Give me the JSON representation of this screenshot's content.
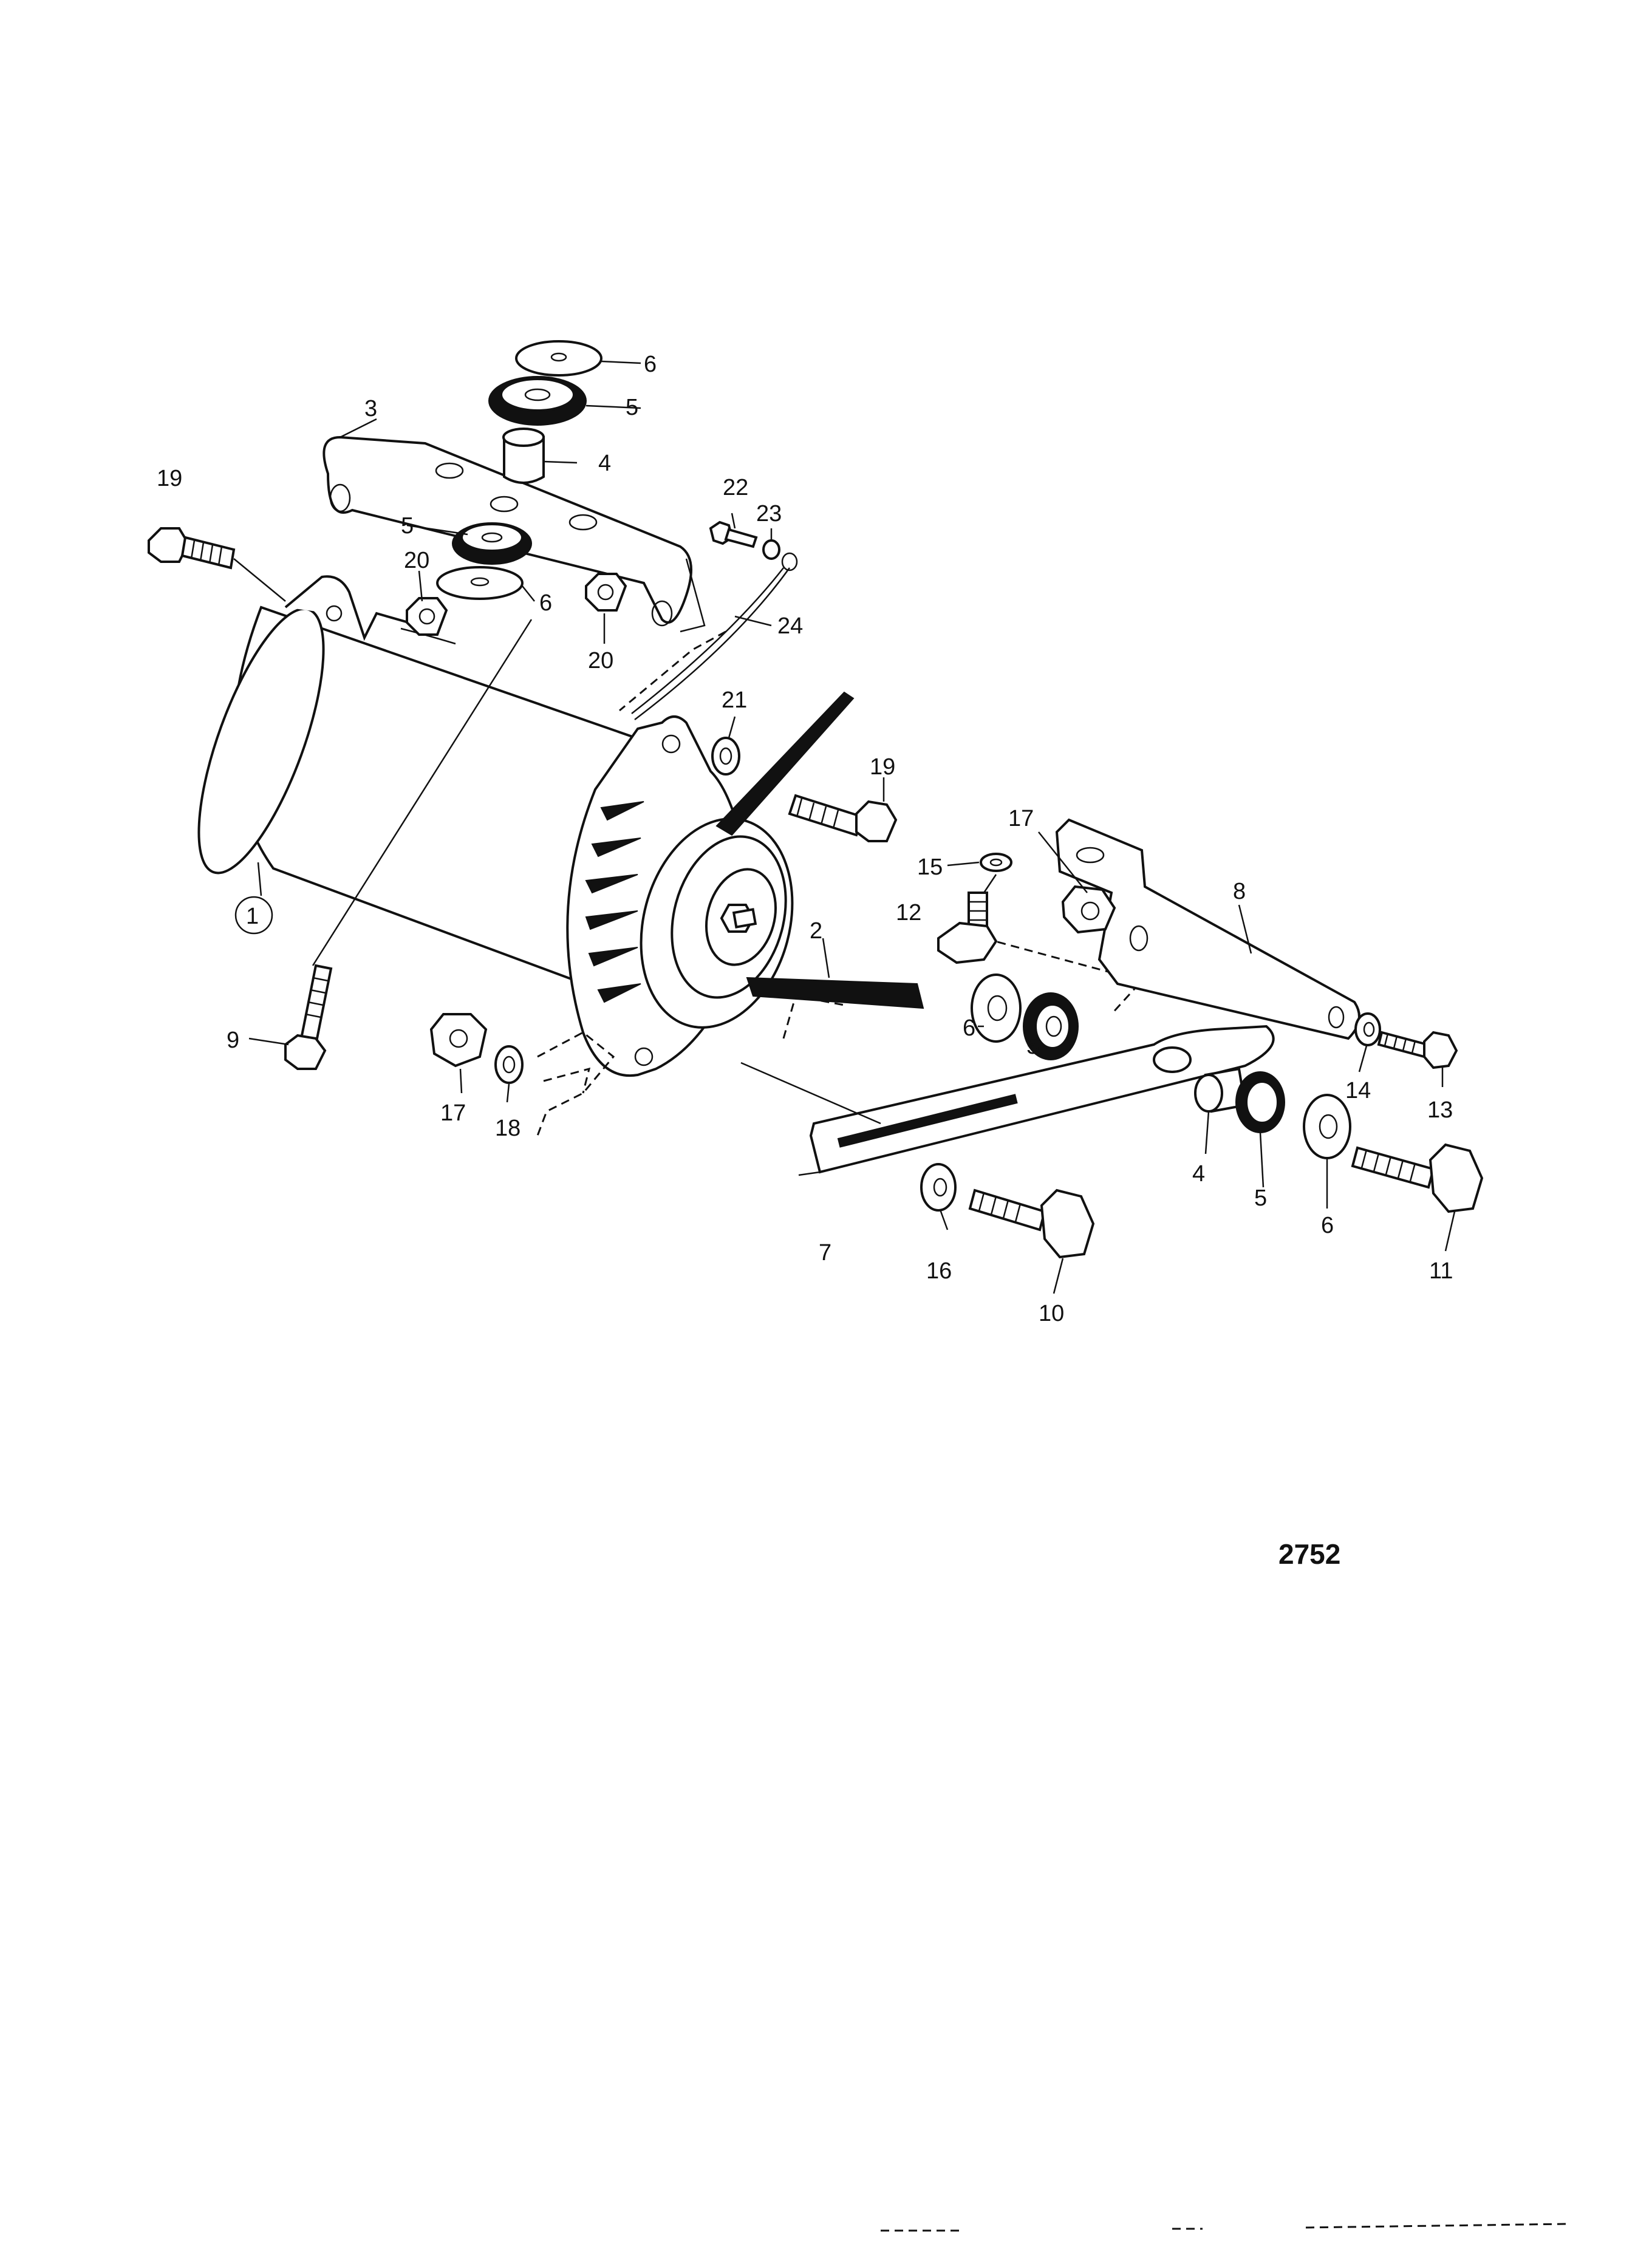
{
  "figure_number": "2752",
  "callouts": {
    "c1": "1",
    "c2": "2",
    "c3": "3",
    "c4a": "4",
    "c4b": "4",
    "c5a": "5",
    "c5b": "5",
    "c5c": "5",
    "c5d": "5",
    "c6a": "6",
    "c6b": "6",
    "c6c": "6",
    "c6d": "6",
    "c7": "7",
    "c8": "8",
    "c9": "9",
    "c10": "10",
    "c11": "11",
    "c12": "12",
    "c13": "13",
    "c14": "14",
    "c15": "15",
    "c16": "16",
    "c17a": "17",
    "c17b": "17",
    "c18": "18",
    "c19a": "19",
    "c19b": "19",
    "c20a": "20",
    "c20b": "20",
    "c21": "21",
    "c22": "22",
    "c23": "23",
    "c24": "24"
  }
}
